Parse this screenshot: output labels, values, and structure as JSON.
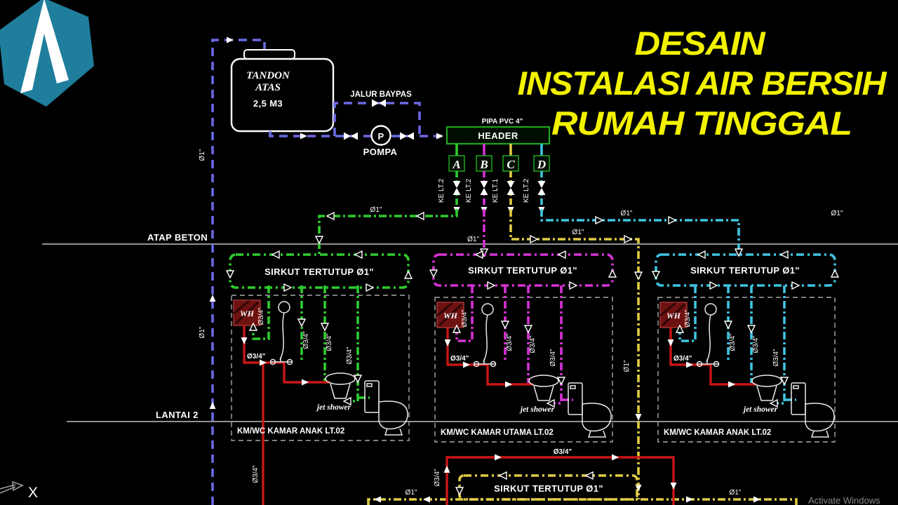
{
  "title": {
    "line1": "DESAIN",
    "line2": "INSTALASI AIR BERSIH",
    "line3": "RUMAH TINGGAL"
  },
  "tank": {
    "name_line1": "TANDON",
    "name_line2": "ATAS",
    "capacity": "2,5 M3"
  },
  "supply": {
    "bypass_label": "JALUR BAYPAS",
    "pump_symbol": "P",
    "pump_label": "POMPA",
    "pipe_label": "PIPA PVC 4\"",
    "header_label": "HEADER"
  },
  "branches": [
    {
      "letter": "A",
      "dest": "KE LT.2"
    },
    {
      "letter": "B",
      "dest": "KE LT.2"
    },
    {
      "letter": "C",
      "dest": "KE LT.1"
    },
    {
      "letter": "D",
      "dest": "KE LT.2"
    }
  ],
  "pipe_sizes": {
    "one_inch": "Ø1\"",
    "three_quarter": "Ø3/4\""
  },
  "levels": {
    "roof": "ATAP BETON",
    "floor2": "LANTAI 2"
  },
  "circuit": {
    "label": "SIRKUT TERTUTUP Ø1\""
  },
  "bathroom": {
    "wh_label": "WH",
    "jet_shower_label": "jet shower"
  },
  "bathrooms": [
    {
      "label": "KM/WC KAMAR ANAK LT.02"
    },
    {
      "label": "KM/WC KAMAR UTAMA LT.02"
    },
    {
      "label": "KM/WC KAMAR ANAK LT.02"
    }
  ],
  "ucs": {
    "axis": "X"
  },
  "watermark": "Activate Windows",
  "colors": {
    "cold_main": "#6A6AE4",
    "branch_a": "#2ECC2E",
    "branch_b": "#D633D6",
    "branch_c": "#E0CC44",
    "branch_d": "#3FC4E0",
    "hot_water": "#C81616",
    "header_green": "#1FA51F",
    "title_yellow": "#F2F200",
    "logo_teal": "#1F7E9C",
    "wh_fill": "#6E1111"
  }
}
